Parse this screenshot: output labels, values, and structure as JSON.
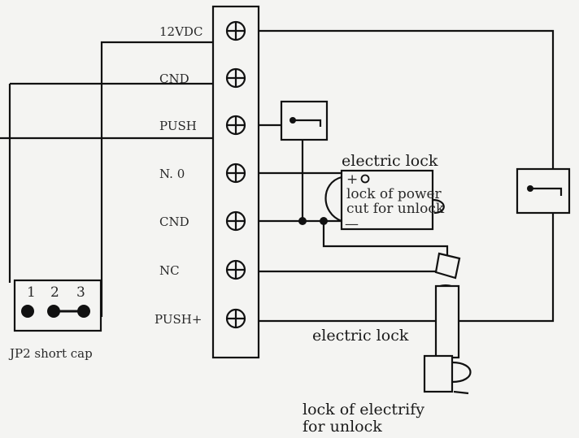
{
  "terminals": [
    "12VDC",
    "CND",
    "PUSH",
    "N. 0",
    "CND",
    "NC",
    "PUSH+"
  ],
  "jumper": {
    "pins": [
      "1",
      "2",
      "3"
    ],
    "caption": "JP2 short cap"
  },
  "lock_power_cut": {
    "title": "electric lock",
    "plus": "+",
    "minus": "—",
    "line1": "lock of power",
    "line2": "cut for unlock"
  },
  "lock_electrify": {
    "title": "electric lock",
    "line1": "lock of electrify",
    "line2": "for unlock"
  },
  "colors": {
    "ink": "#111111",
    "paper": "#f4f4f2"
  }
}
